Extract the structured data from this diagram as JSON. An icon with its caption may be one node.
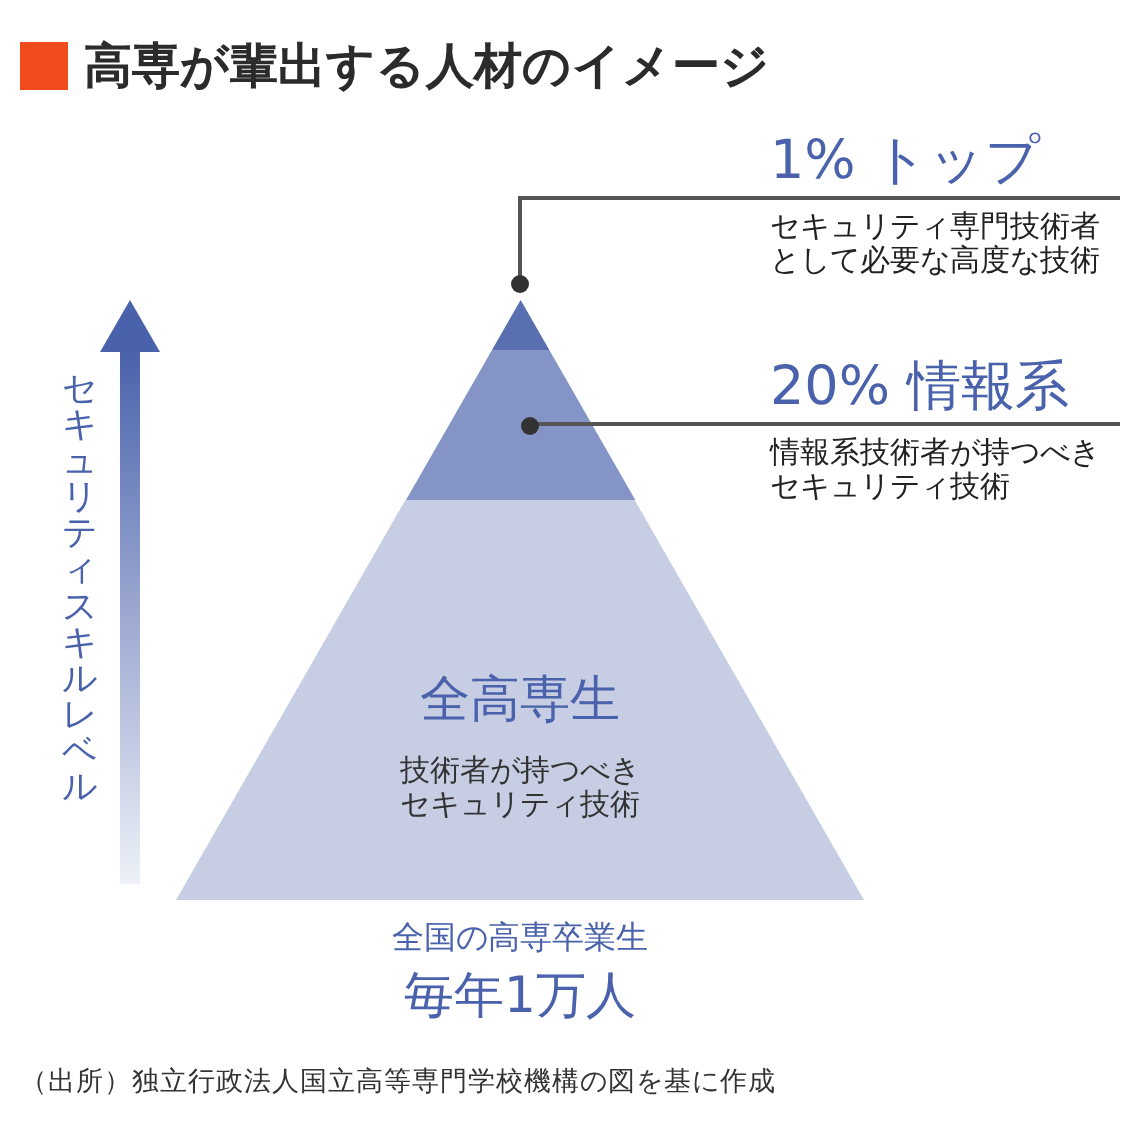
{
  "diagram": {
    "title": "高専が輩出する人材のイメージ",
    "caption": "（出所）独立行政法人国立高等専門学校機構の図を基に作成",
    "nodes": [
      {
        "text": [
          "1% トップ",
          "セキュリティ専門技術者として必要な高度な技術"
        ]
      },
      {
        "text": [],
        "shape": "triangle"
      },
      {
        "text": [
          "20% 情報系",
          "情報系技術者が持つべきセキュリティ技術"
        ]
      },
      {
        "text": [],
        "shape": "trapezoid"
      },
      {
        "text": [
          "全高専生",
          "技術者が持つべきセキュリティ技術"
        ],
        "beside": [
          "全国の高専卒業生",
          "毎年1万人"
        ]
      }
    ],
    "edges": [
      {
        "from": 0,
        "to": 1,
        "arrow": "other"
      },
      {
        "from": 2,
        "to": 3,
        "arrow": "other"
      }
    ],
    "labels": [
      "セキュリティスキルレベル"
    ]
  }
}
